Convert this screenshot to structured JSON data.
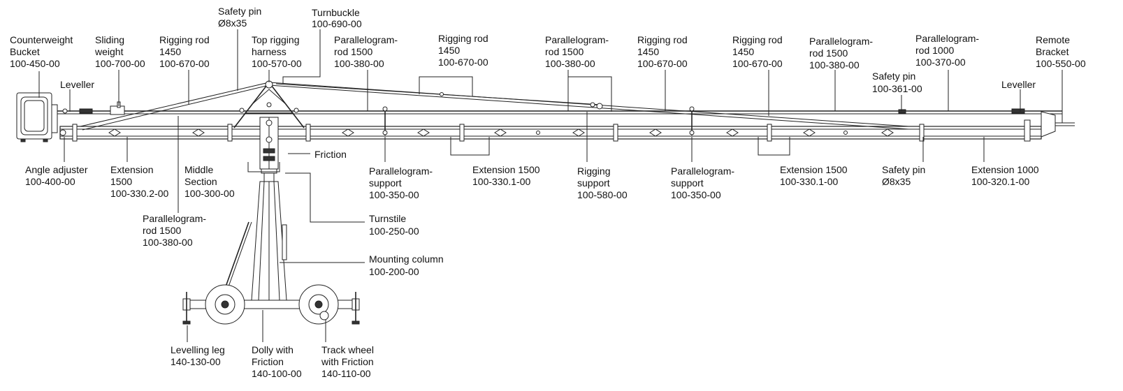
{
  "labels": {
    "counterweight": [
      "Counterweight",
      "Bucket",
      "100-450-00"
    ],
    "sliding": [
      "Sliding",
      "weight",
      "100-700-00"
    ],
    "rigrod1": [
      "Rigging rod",
      "1450",
      "100-670-00"
    ],
    "safety_top": [
      "Safety pin",
      "Ø8x35"
    ],
    "turnbuckle": [
      "Turnbuckle",
      "100-690-00"
    ],
    "top_harness": [
      "Top rigging",
      "harness",
      "100-570-00"
    ],
    "para_top1": [
      "Parallelogram-",
      "rod 1500",
      "100-380-00"
    ],
    "rigrod2": [
      "Rigging rod",
      "1450",
      "100-670-00"
    ],
    "para_top2": [
      "Parallelogram-",
      "rod 1500",
      "100-380-00"
    ],
    "rigrod3": [
      "Rigging rod",
      "1450",
      "100-670-00"
    ],
    "rigrod4": [
      "Rigging rod",
      "1450",
      "100-670-00"
    ],
    "para_top3": [
      "Parallelogram-",
      "rod 1500",
      "100-380-00"
    ],
    "safety_right": [
      "Safety pin",
      "100-361-00"
    ],
    "para_1000": [
      "Parallelogram-",
      "rod 1000",
      "100-370-00"
    ],
    "remote": [
      "Remote",
      "Bracket",
      "100-550-00"
    ],
    "leveller_left": [
      "Leveller"
    ],
    "leveller_right": [
      "Leveller"
    ],
    "friction": [
      "Friction"
    ],
    "angle_adjuster": [
      "Angle adjuster",
      "100-400-00"
    ],
    "ext1500_left": [
      "Extension",
      "1500",
      "100-330.2-00"
    ],
    "middle": [
      "Middle",
      "Section",
      "100-300-00"
    ],
    "para_support1": [
      "Parallelogram-",
      "support",
      "100-350-00"
    ],
    "ext1500_mid": [
      "Extension 1500",
      "100-330.1-00"
    ],
    "rig_support": [
      "Rigging",
      "support",
      "100-580-00"
    ],
    "para_support2": [
      "Parallelogram-",
      "support",
      "100-350-00"
    ],
    "ext1500_right": [
      "Extension 1500",
      "100-330.1-00"
    ],
    "safety_bottom": [
      "Safety pin",
      "Ø8x35"
    ],
    "ext1000": [
      "Extension 1000",
      "100-320.1-00"
    ],
    "para_lower": [
      "Parallelogram-",
      "rod 1500",
      "100-380-00"
    ],
    "turnstile": [
      "Turnstile",
      "100-250-00"
    ],
    "mounting": [
      "Mounting column",
      "100-200-00"
    ],
    "levelling_leg": [
      "Levelling leg",
      "140-130-00"
    ],
    "dolly": [
      "Dolly with",
      "Friction",
      "140-100-00"
    ],
    "track_wheel": [
      "Track wheel",
      "with Friction",
      "140-110-00"
    ]
  }
}
